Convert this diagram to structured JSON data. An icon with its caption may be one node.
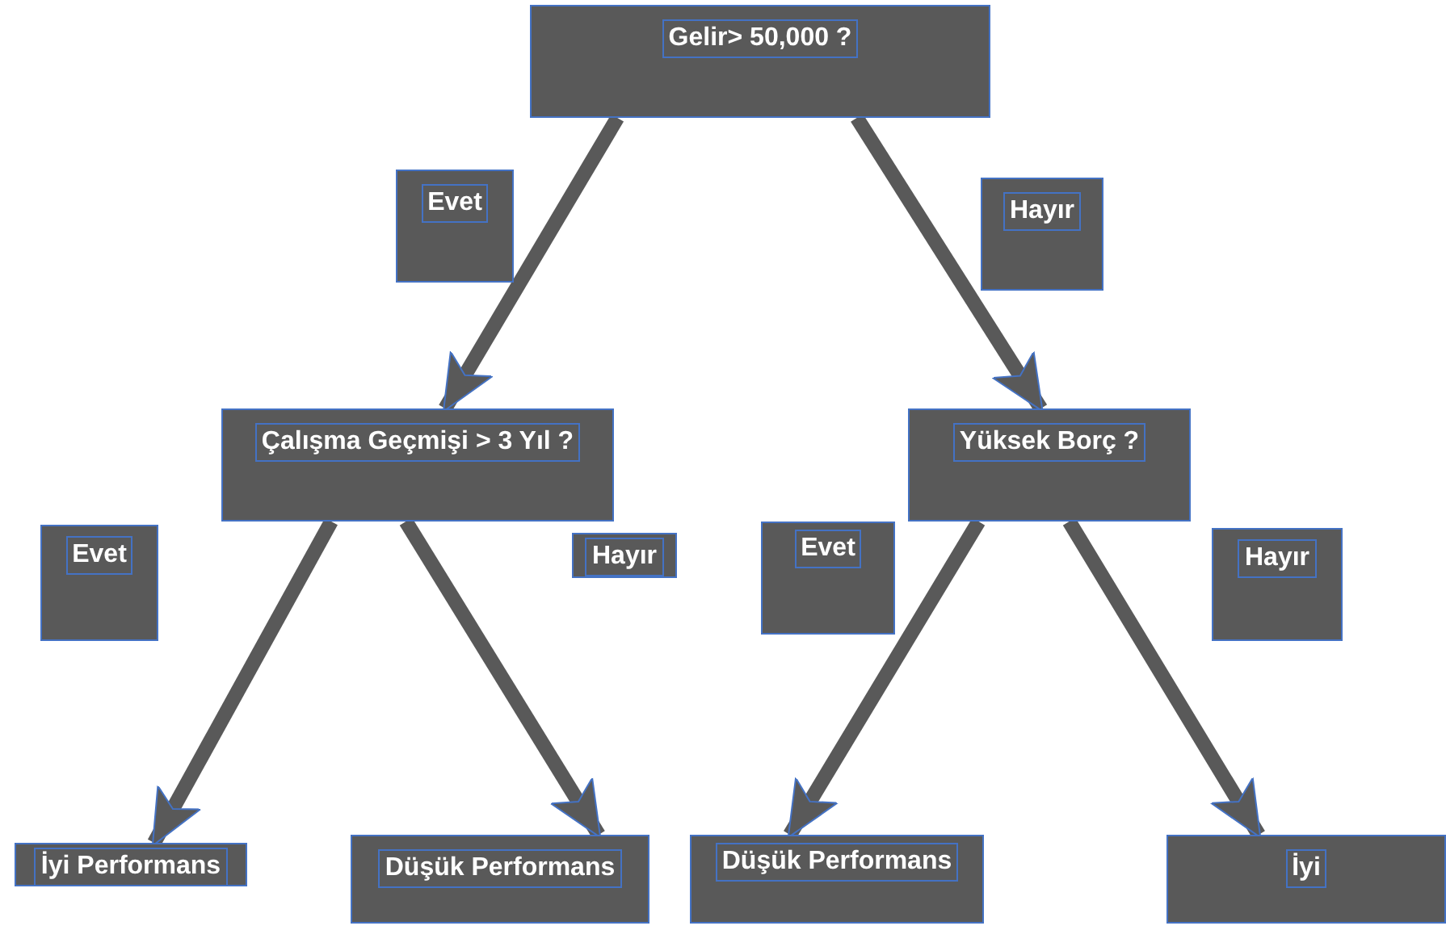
{
  "diagram": {
    "nodes": [
      {
        "text": [
          "Gelir> 50,000 ?"
        ]
      },
      {
        "text": [
          "Evet"
        ]
      },
      {
        "text": [
          "Hayır"
        ]
      },
      {
        "text": [
          "Çalışma Geçmişi > 3 Yıl ?"
        ]
      },
      {
        "text": [
          "Yüksek Borç ?"
        ]
      },
      {
        "text": [
          "Evet"
        ]
      },
      {
        "text": [
          "Hayır"
        ]
      },
      {
        "text": [
          "Evet"
        ]
      },
      {
        "text": [
          "Hayır"
        ]
      },
      {
        "text": [
          "İyi Performans"
        ]
      },
      {
        "text": [
          "Düşük Performans"
        ]
      },
      {
        "text": [
          "Düşük Performans"
        ]
      },
      {
        "text": [
          "İyi"
        ]
      }
    ],
    "edges": [
      {
        "from": 0,
        "to": 3,
        "arrow": "to"
      },
      {
        "from": 0,
        "to": 4,
        "arrow": "to"
      },
      {
        "from": 3,
        "to": 9,
        "arrow": "to"
      },
      {
        "from": 3,
        "to": 10,
        "arrow": "to"
      },
      {
        "from": 4,
        "to": 11,
        "arrow": "to"
      },
      {
        "from": 4,
        "to": 12,
        "arrow": "to"
      }
    ]
  }
}
